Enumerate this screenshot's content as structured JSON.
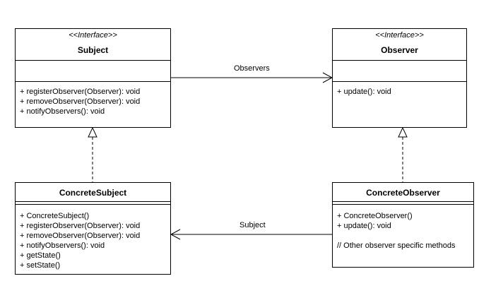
{
  "subject": {
    "stereotype": "<<Interface>>",
    "name": "Subject",
    "attributes": [],
    "methods": [
      "+ registerObserver(Observer): void",
      "+ removeObserver(Observer): void",
      "+ notifyObservers(): void"
    ]
  },
  "observer": {
    "stereotype": "<<Interface>>",
    "name": "Observer",
    "attributes": [],
    "methods": [
      "+ update(): void"
    ]
  },
  "concrete_subject": {
    "name": "ConcreteSubject",
    "attributes": [],
    "methods": [
      "+ ConcreteSubject()",
      "+ registerObserver(Observer): void",
      "+ removeObserver(Observer): void",
      "+ notifyObservers(): void",
      "+ getState()",
      "+ setState()"
    ]
  },
  "concrete_observer": {
    "name": "ConcreteObserver",
    "attributes": [],
    "methods": [
      "+ ConcreteObserver()",
      "+ update(): void"
    ],
    "note": "// Other observer specific methods"
  },
  "edges": {
    "observers_label": "Observers",
    "subject_label": "Subject"
  }
}
